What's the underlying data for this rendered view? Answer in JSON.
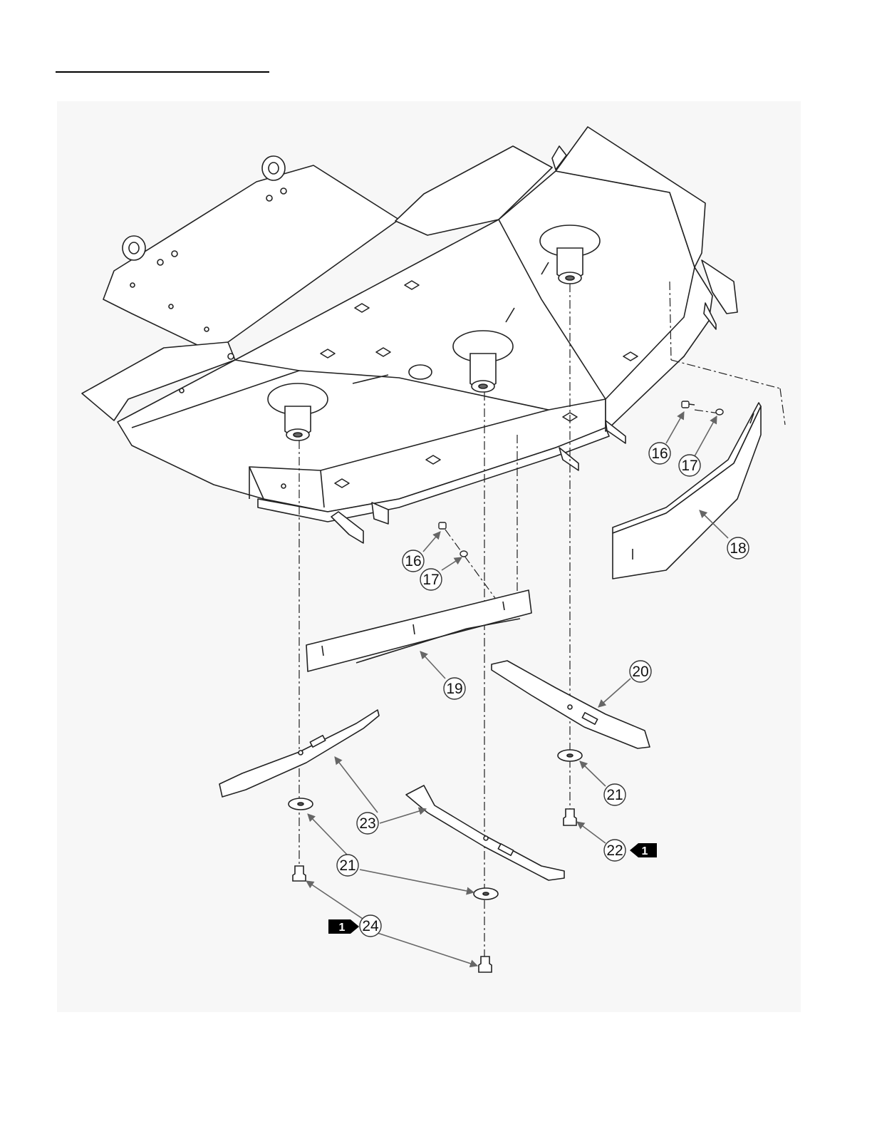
{
  "callouts": {
    "c16a": "16",
    "c17a": "17",
    "c18": "18",
    "c16b": "16",
    "c17b": "17",
    "c19": "19",
    "c20": "20",
    "c21a": "21",
    "c21b": "21",
    "c22": "22",
    "c23": "23",
    "c24": "24"
  },
  "notes": {
    "n22": "1",
    "n24": "1"
  },
  "colors": {
    "line": "#222222",
    "fill": "#ffffff",
    "background": "#f7f7f7",
    "arrow": "#666666",
    "flag": "#000000"
  }
}
